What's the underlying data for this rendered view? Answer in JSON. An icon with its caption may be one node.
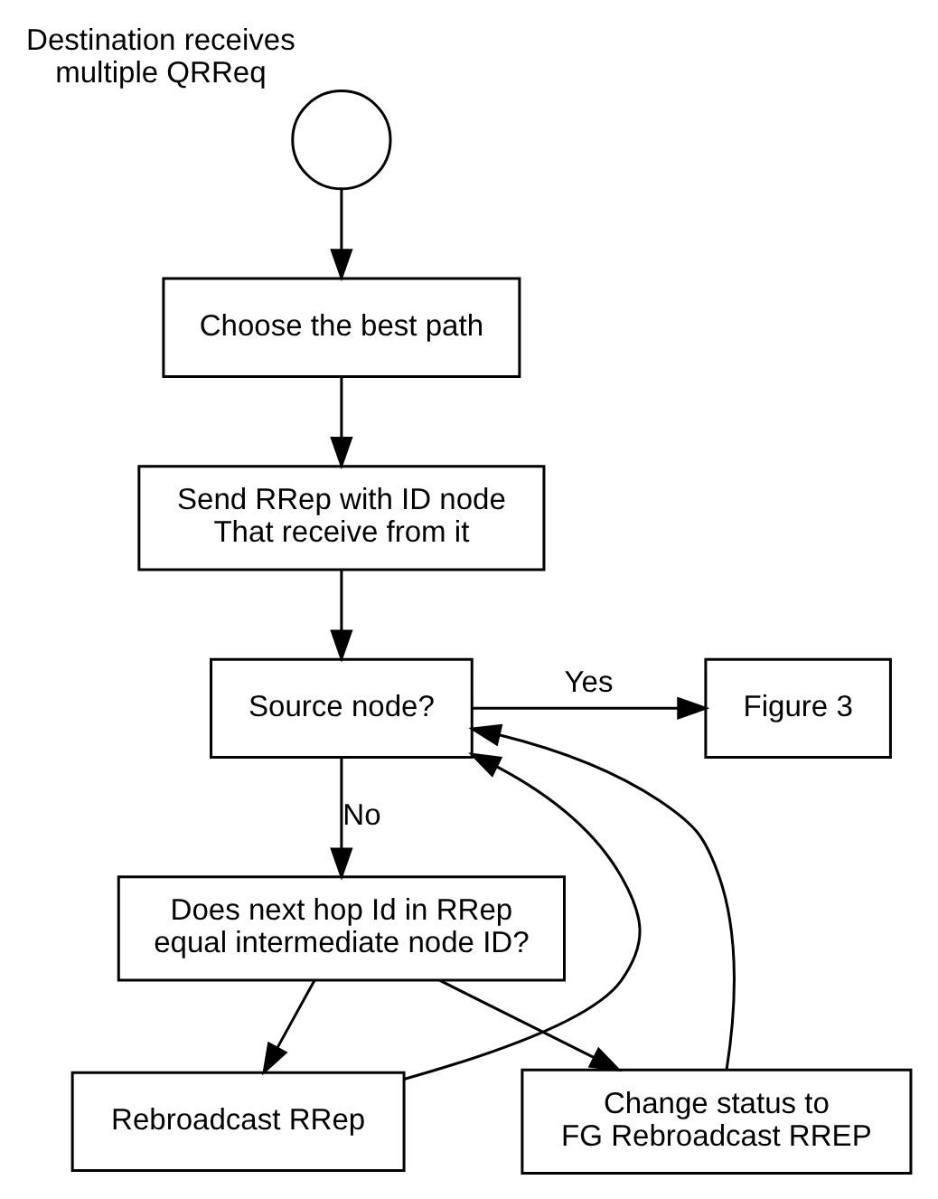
{
  "diagram": {
    "nodes": [
      {
        "text": [],
        "shape": "circle",
        "beside": [
          "Destination receives multiple QRReq"
        ]
      },
      {
        "text": [
          "Choose the best path"
        ]
      },
      {
        "text": [
          "Send RRep with ID node That receive from it"
        ]
      },
      {
        "text": [
          "Source node?"
        ]
      },
      {
        "text": [
          "Figure 3"
        ]
      },
      {
        "text": [
          "Does next hop Id in RRep equal intermediate node ID?"
        ]
      },
      {
        "text": [
          "Rebroadcast RRep"
        ]
      },
      {
        "text": [
          "Change status to FG Rebroadcast RREP"
        ]
      }
    ],
    "edges": [
      {
        "from": 0,
        "to": 1,
        "arrow": "to"
      },
      {
        "from": 1,
        "to": 2,
        "arrow": "to"
      },
      {
        "from": 2,
        "to": 3,
        "arrow": "to"
      },
      {
        "from": 3,
        "to": 4,
        "arrow": "to",
        "label": "Yes"
      },
      {
        "from": 3,
        "to": 5,
        "arrow": "to",
        "label": "No"
      },
      {
        "from": 5,
        "to": 6,
        "arrow": "to"
      },
      {
        "from": 5,
        "to": 7,
        "arrow": "to"
      },
      {
        "from": 6,
        "to": 3,
        "arrow": "to"
      },
      {
        "from": 7,
        "to": 3,
        "arrow": "to"
      }
    ]
  }
}
